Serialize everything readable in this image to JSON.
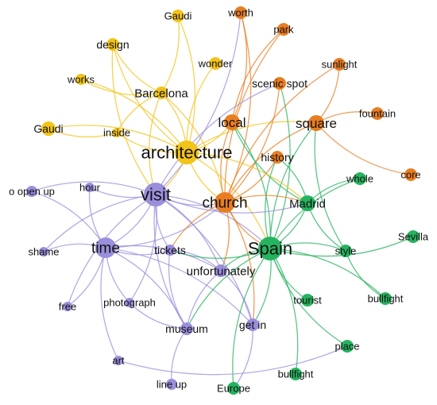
{
  "colors": {
    "yellow": "#f2c318",
    "orange": "#e87d22",
    "purple": "#9a8fdc",
    "green": "#26b35f"
  },
  "nodes": [
    {
      "id": "gaudi_top",
      "label": "Gaudi",
      "group": "yellow"
    },
    {
      "id": "worth",
      "label": "worth",
      "group": "orange"
    },
    {
      "id": "design",
      "label": "design",
      "group": "yellow"
    },
    {
      "id": "park",
      "label": "park",
      "group": "orange"
    },
    {
      "id": "wonder",
      "label": "wonder",
      "group": "yellow"
    },
    {
      "id": "sunlight",
      "label": "sunlight",
      "group": "orange"
    },
    {
      "id": "works",
      "label": "works",
      "group": "yellow"
    },
    {
      "id": "scenic",
      "label": "scenic spot",
      "group": "orange"
    },
    {
      "id": "barcelona",
      "label": "Barcelona",
      "group": "yellow"
    },
    {
      "id": "fountain",
      "label": "fountain",
      "group": "orange"
    },
    {
      "id": "local",
      "label": "local",
      "group": "orange"
    },
    {
      "id": "square",
      "label": "square",
      "group": "orange"
    },
    {
      "id": "gaudi_left",
      "label": "Gaudi",
      "group": "yellow"
    },
    {
      "id": "inside",
      "label": "inside",
      "group": "yellow"
    },
    {
      "id": "architecture",
      "label": "architecture",
      "group": "yellow"
    },
    {
      "id": "history",
      "label": "history",
      "group": "orange"
    },
    {
      "id": "core",
      "label": "core",
      "group": "orange"
    },
    {
      "id": "openup",
      "label": "o open up",
      "group": "purple"
    },
    {
      "id": "hour",
      "label": "hour",
      "group": "purple"
    },
    {
      "id": "visit",
      "label": "visit",
      "group": "purple"
    },
    {
      "id": "church",
      "label": "church",
      "group": "orange"
    },
    {
      "id": "whole",
      "label": "whole",
      "group": "green"
    },
    {
      "id": "madrid",
      "label": "Madrid",
      "group": "green"
    },
    {
      "id": "sevilla",
      "label": "Sevilla",
      "group": "green"
    },
    {
      "id": "shame",
      "label": "shame",
      "group": "purple"
    },
    {
      "id": "time",
      "label": "time",
      "group": "purple"
    },
    {
      "id": "tickets",
      "label": "tickets",
      "group": "purple"
    },
    {
      "id": "spain",
      "label": "Spain",
      "group": "green"
    },
    {
      "id": "style",
      "label": "style",
      "group": "green"
    },
    {
      "id": "unfortunately",
      "label": "unfortunately",
      "group": "purple"
    },
    {
      "id": "free",
      "label": "free",
      "group": "purple"
    },
    {
      "id": "photograph",
      "label": "photograph",
      "group": "purple"
    },
    {
      "id": "tourist",
      "label": "tourist",
      "group": "green"
    },
    {
      "id": "bullfight1",
      "label": "bullfight",
      "group": "green"
    },
    {
      "id": "museum",
      "label": "museum",
      "group": "purple"
    },
    {
      "id": "getin",
      "label": "get in",
      "group": "purple"
    },
    {
      "id": "place",
      "label": "place",
      "group": "green"
    },
    {
      "id": "art",
      "label": "art",
      "group": "purple"
    },
    {
      "id": "bullfight2",
      "label": "bullfight",
      "group": "green"
    },
    {
      "id": "lineup",
      "label": "line up",
      "group": "purple"
    },
    {
      "id": "europe",
      "label": "Europe",
      "group": "green"
    }
  ],
  "edges": [
    [
      "architecture",
      "gaudi_top"
    ],
    [
      "architecture",
      "design"
    ],
    [
      "architecture",
      "works"
    ],
    [
      "architecture",
      "wonder"
    ],
    [
      "architecture",
      "barcelona"
    ],
    [
      "architecture",
      "inside"
    ],
    [
      "architecture",
      "gaudi_left"
    ],
    [
      "barcelona",
      "design"
    ],
    [
      "barcelona",
      "gaudi_top"
    ],
    [
      "barcelona",
      "works"
    ],
    [
      "barcelona",
      "inside"
    ],
    [
      "inside",
      "gaudi_left"
    ],
    [
      "design",
      "visit"
    ],
    [
      "barcelona",
      "church"
    ],
    [
      "barcelona",
      "visit"
    ],
    [
      "architecture",
      "visit"
    ],
    [
      "architecture",
      "church"
    ],
    [
      "architecture",
      "spain"
    ],
    [
      "architecture",
      "local"
    ],
    [
      "architecture",
      "square"
    ],
    [
      "church",
      "worth"
    ],
    [
      "church",
      "park"
    ],
    [
      "church",
      "scenic"
    ],
    [
      "church",
      "local"
    ],
    [
      "church",
      "history"
    ],
    [
      "church",
      "square"
    ],
    [
      "visit",
      "worth"
    ],
    [
      "visit",
      "scenic"
    ],
    [
      "spain",
      "local"
    ],
    [
      "spain",
      "square"
    ],
    [
      "spain",
      "scenic"
    ],
    [
      "spain",
      "history"
    ],
    [
      "square",
      "sunlight"
    ],
    [
      "square",
      "fountain"
    ],
    [
      "square",
      "core"
    ],
    [
      "local",
      "park"
    ],
    [
      "local",
      "worth"
    ],
    [
      "church",
      "sunlight"
    ],
    [
      "visit",
      "openup"
    ],
    [
      "visit",
      "hour"
    ],
    [
      "visit",
      "shame"
    ],
    [
      "visit",
      "time"
    ],
    [
      "visit",
      "tickets"
    ],
    [
      "visit",
      "unfortunately"
    ],
    [
      "visit",
      "free"
    ],
    [
      "visit",
      "photograph"
    ],
    [
      "visit",
      "museum"
    ],
    [
      "visit",
      "getin"
    ],
    [
      "visit",
      "church"
    ],
    [
      "visit",
      "spain"
    ],
    [
      "time",
      "openup"
    ],
    [
      "time",
      "hour"
    ],
    [
      "time",
      "shame"
    ],
    [
      "time",
      "free"
    ],
    [
      "time",
      "photograph"
    ],
    [
      "time",
      "museum"
    ],
    [
      "time",
      "art"
    ],
    [
      "time",
      "unfortunately"
    ],
    [
      "time",
      "tickets"
    ],
    [
      "time",
      "getin"
    ],
    [
      "tickets",
      "museum"
    ],
    [
      "tickets",
      "unfortunately"
    ],
    [
      "unfortunately",
      "museum"
    ],
    [
      "unfortunately",
      "getin"
    ],
    [
      "museum",
      "lineup"
    ],
    [
      "museum",
      "photograph"
    ],
    [
      "time",
      "church"
    ],
    [
      "church",
      "unfortunately"
    ],
    [
      "church",
      "tickets"
    ],
    [
      "church",
      "getin"
    ],
    [
      "spain",
      "unfortunately"
    ],
    [
      "spain",
      "tickets"
    ],
    [
      "spain",
      "museum"
    ],
    [
      "spain",
      "getin"
    ],
    [
      "spain",
      "madrid"
    ],
    [
      "spain",
      "whole"
    ],
    [
      "spain",
      "sevilla"
    ],
    [
      "spain",
      "style"
    ],
    [
      "spain",
      "tourist"
    ],
    [
      "spain",
      "bullfight1"
    ],
    [
      "spain",
      "place"
    ],
    [
      "spain",
      "bullfight2"
    ],
    [
      "spain",
      "europe"
    ],
    [
      "madrid",
      "whole"
    ],
    [
      "madrid",
      "style"
    ],
    [
      "madrid",
      "local"
    ],
    [
      "madrid",
      "history"
    ],
    [
      "style",
      "square"
    ],
    [
      "style",
      "bullfight1"
    ],
    [
      "architecture",
      "madrid"
    ],
    [
      "visit",
      "madrid"
    ],
    [
      "getin",
      "europe"
    ],
    [
      "art",
      "place"
    ],
    [
      "church",
      "madrid"
    ],
    [
      "church",
      "spain"
    ]
  ]
}
